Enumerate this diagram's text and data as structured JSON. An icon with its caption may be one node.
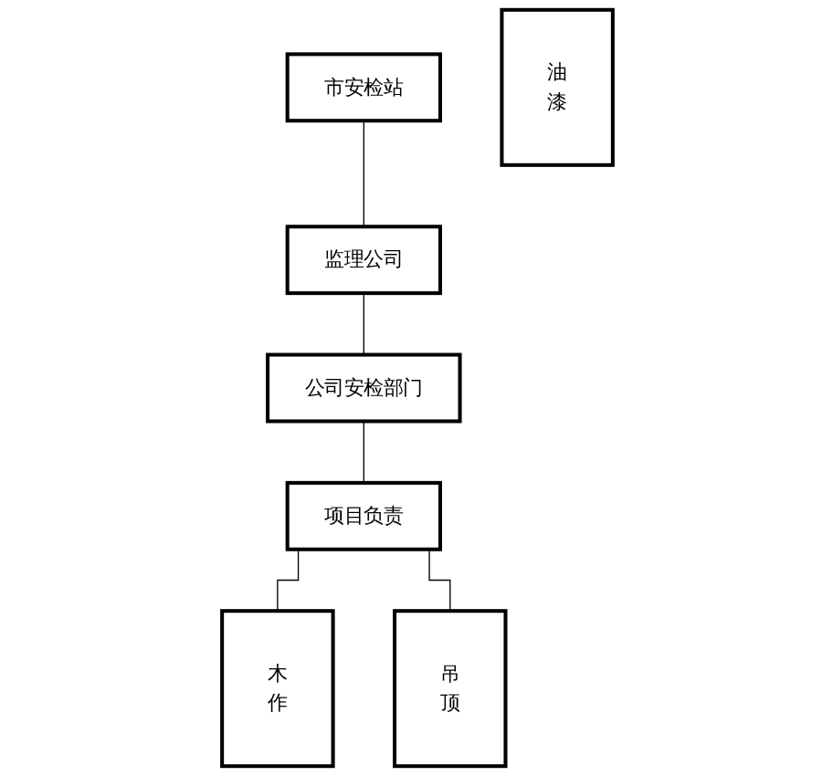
{
  "diagram": {
    "nodes": [
      {
        "text": [
          "市安检站"
        ]
      },
      {
        "text": [
          "监理公司"
        ]
      },
      {
        "text": [
          "公司安检部门"
        ]
      },
      {
        "text": [
          "项目负责"
        ]
      },
      {
        "text": [
          "木作"
        ]
      },
      {
        "text": [
          "油漆"
        ]
      },
      {
        "text": [
          "吊顶"
        ]
      }
    ],
    "edges": [
      {
        "from": 0,
        "to": 1,
        "arrow": "none"
      },
      {
        "from": 1,
        "to": 2,
        "arrow": "none"
      },
      {
        "from": 2,
        "to": 3,
        "arrow": "none"
      },
      {
        "from": 3,
        "to": 4,
        "arrow": "none"
      },
      {
        "from": 3,
        "to": 6,
        "arrow": "none"
      }
    ]
  }
}
